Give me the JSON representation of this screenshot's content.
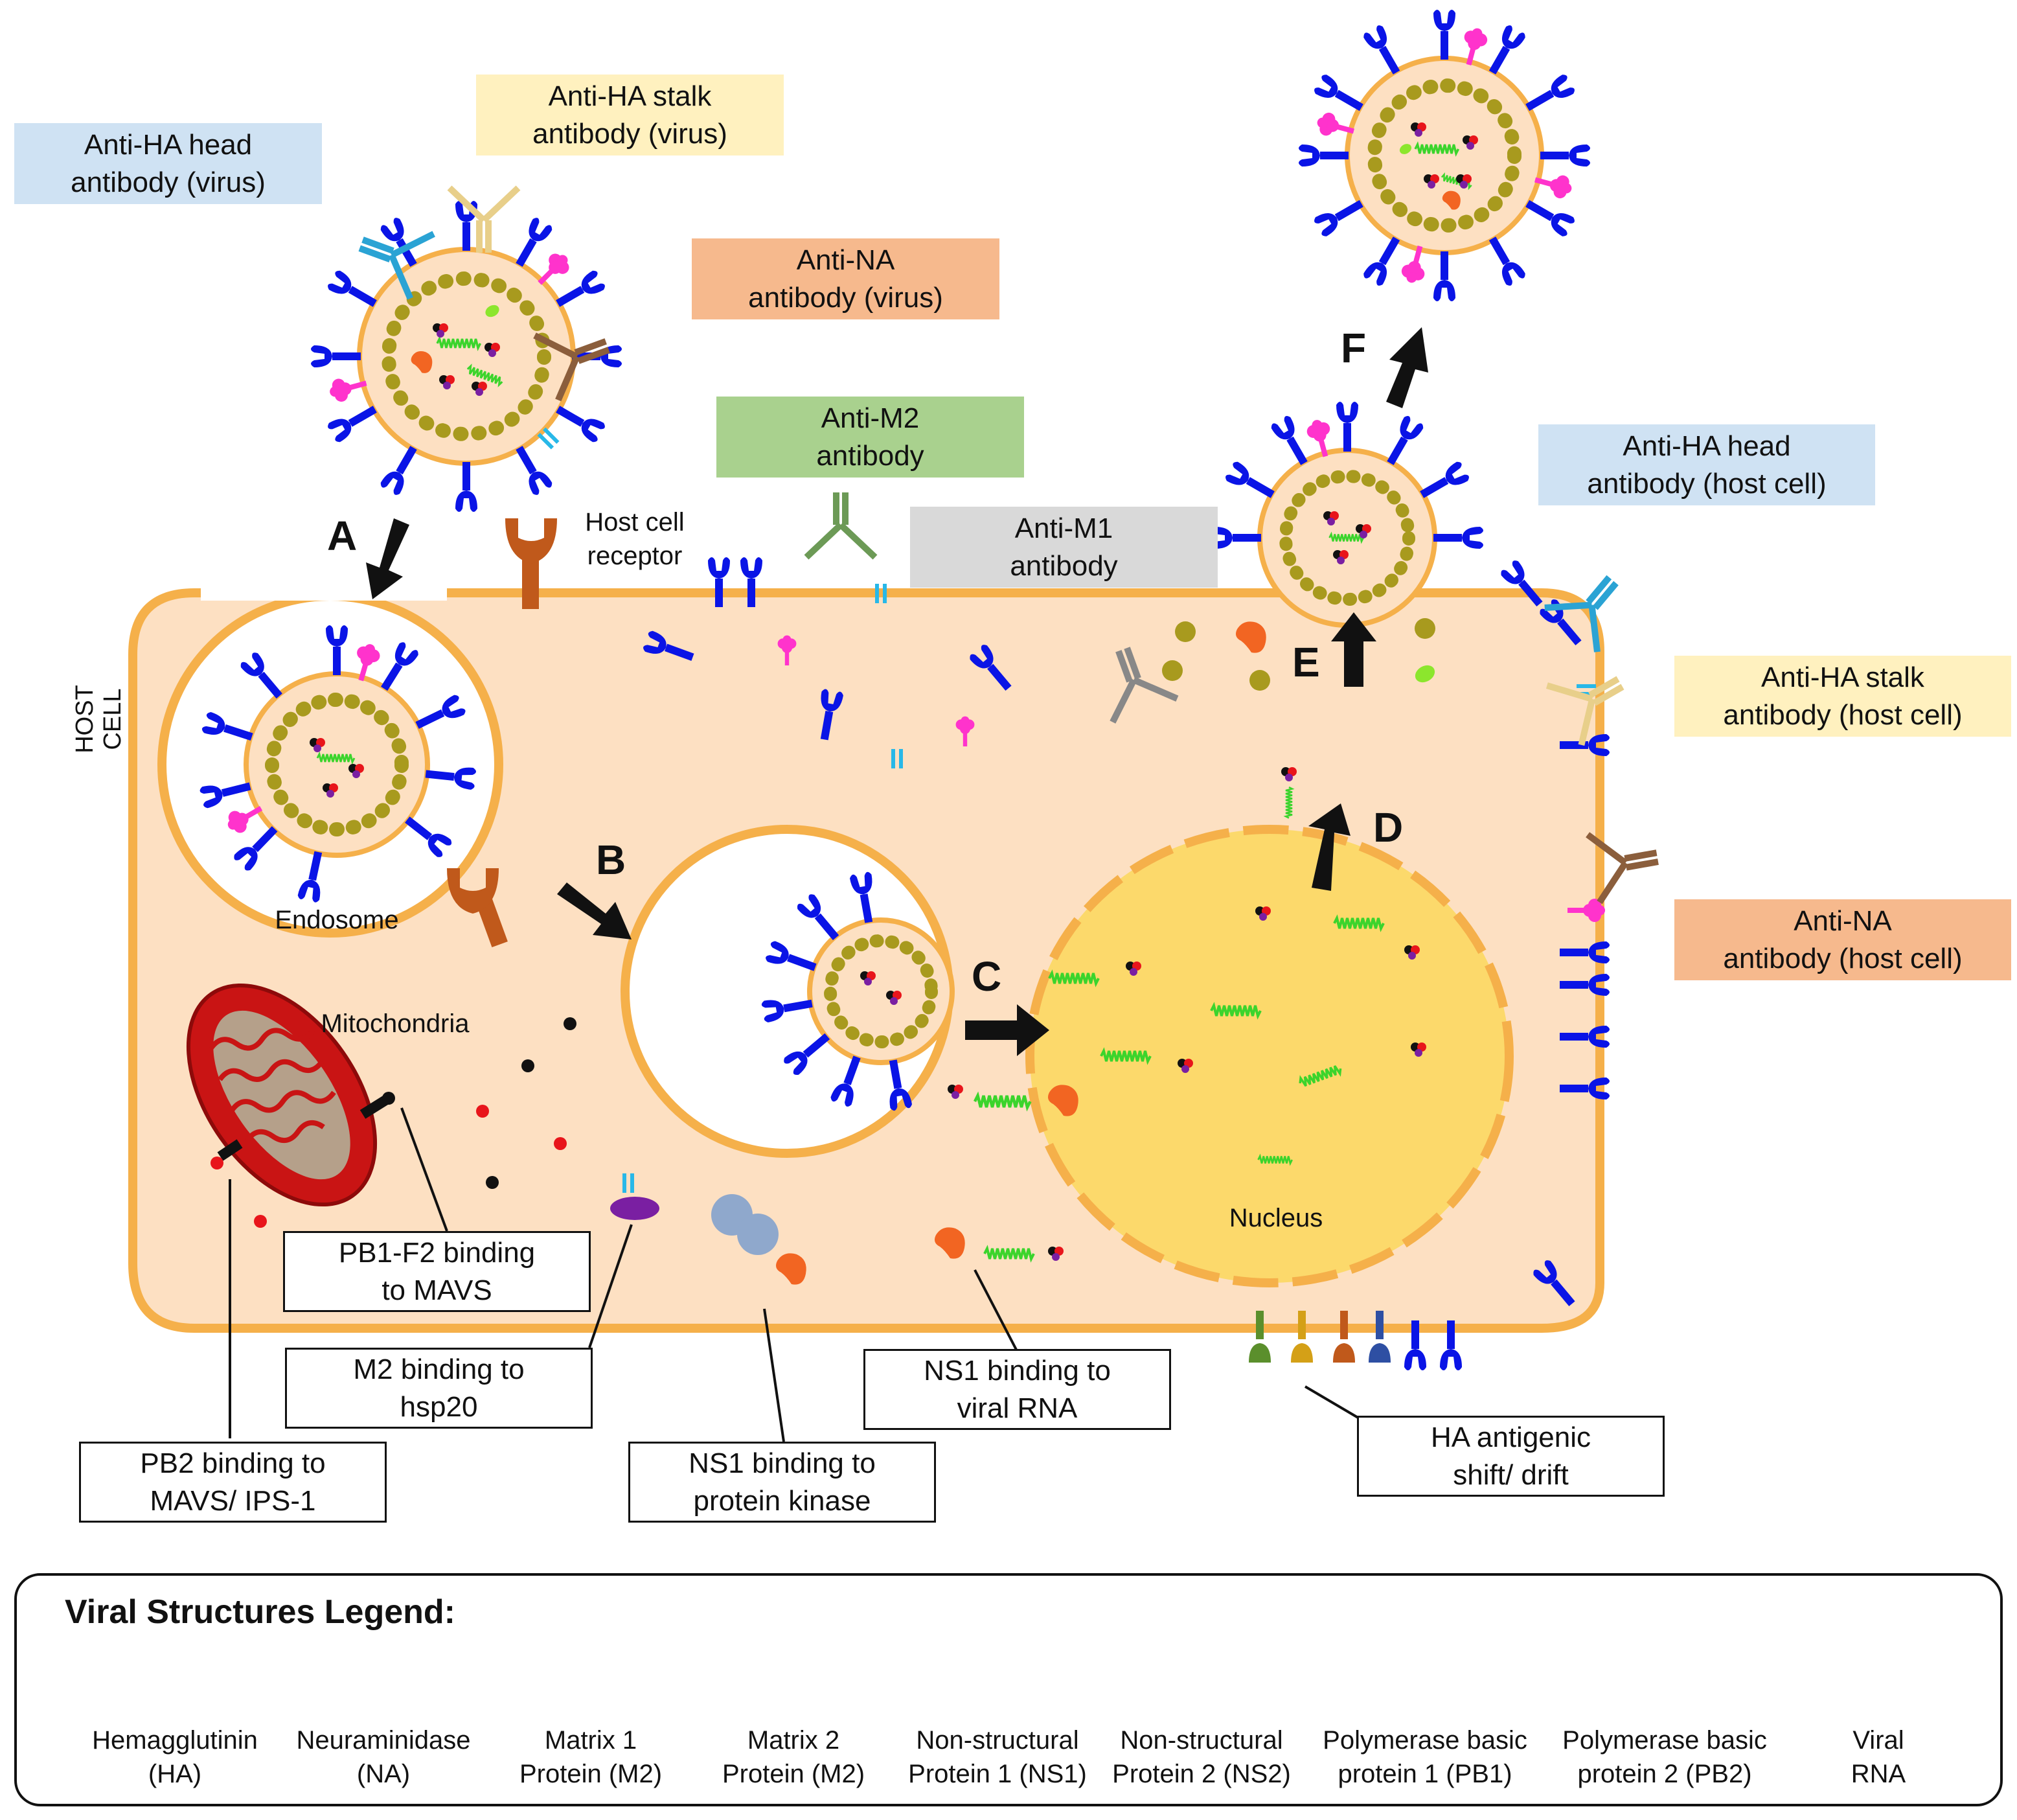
{
  "colors": {
    "ha": "#0a14e6",
    "na": "#ff33cc",
    "m1": "#a89a1e",
    "m2": "#28b8e8",
    "ns1": "#f26522",
    "ns2": "#8ce62d",
    "pb1": "#111111",
    "pb2": "#e8151b",
    "rna": "#3bd42c",
    "cell_fill": "#fde0c2",
    "cell_border": "#f5b04a",
    "nucleus": "#fcd96b",
    "mito": "#c91414",
    "receptor": "#c0591b"
  },
  "labels": {
    "host_cell": "HOST CELL",
    "host_cell_receptor": "Host cell\nreceptor",
    "endosome": "Endosome",
    "mitochondria": "Mitochondria",
    "nucleus": "Nucleus"
  },
  "antibodies": {
    "ha_head_virus": "Anti-HA head\nantibody (virus)",
    "ha_stalk_virus": "Anti-HA stalk\nantibody (virus)",
    "na_virus": "Anti-NA\nantibody (virus)",
    "m2": "Anti-M2\nantibody",
    "m1": "Anti-M1\nantibody",
    "ha_head_host": "Anti-HA head\nantibody (host cell)",
    "ha_stalk_host": "Anti-HA stalk\nantibody (host cell)",
    "na_host": "Anti-NA\nantibody (host cell)"
  },
  "steps": [
    "A",
    "B",
    "C",
    "D",
    "E",
    "F"
  ],
  "callouts": {
    "pb1f2": "PB1-F2 binding\nto MAVS",
    "m2_hsp20": "M2 binding to\nhsp20",
    "pb2_mavs": "PB2 binding to\nMAVS/ IPS-1",
    "ns1_kinase": "NS1 binding to\nprotein kinase",
    "ns1_rna": "NS1 binding to\nviral RNA",
    "ha_shift": "HA antigenic\nshift/ drift"
  },
  "legend": {
    "title": "Viral Structures Legend:",
    "items": [
      {
        "label": "Hemagglutinin\n(HA)",
        "icon": "ha-icon"
      },
      {
        "label": "Neuraminidase\n(NA)",
        "icon": "na-icon"
      },
      {
        "label": "Matrix 1\nProtein (M2)",
        "icon": "m1-icon"
      },
      {
        "label": "Matrix 2\nProtein (M2)",
        "icon": "m2-icon"
      },
      {
        "label": "Non-structural\nProtein 1 (NS1)",
        "icon": "ns1-icon"
      },
      {
        "label": "Non-structural\nProtein 2 (NS2)",
        "icon": "ns2-icon"
      },
      {
        "label": "Polymerase basic\nprotein 1 (PB1)",
        "icon": "pb1-icon"
      },
      {
        "label": "Polymerase basic\nprotein 2 (PB2)",
        "icon": "pb2-icon"
      },
      {
        "label": "Viral\nRNA",
        "icon": "rna-icon"
      }
    ]
  }
}
